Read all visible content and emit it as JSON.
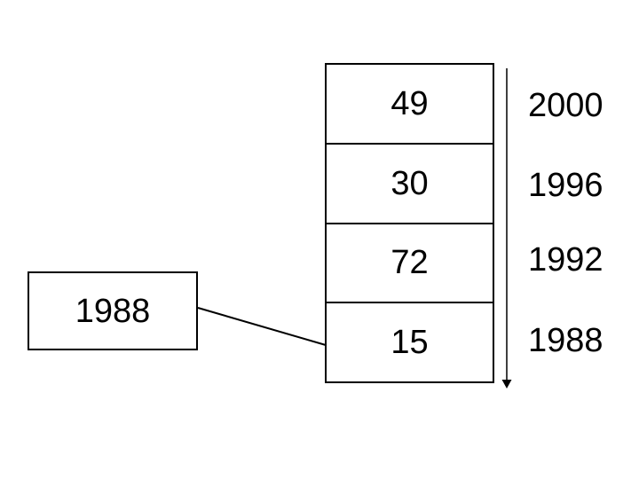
{
  "canvas": {
    "background_color": "#ffffff",
    "line_color": "#000000",
    "text_color": "#000000"
  },
  "stack": {
    "rows": [
      {
        "value": "49",
        "year": "2000"
      },
      {
        "value": "30",
        "year": "1996"
      },
      {
        "value": "72",
        "year": "1992"
      },
      {
        "value": "15",
        "year": "1988"
      }
    ]
  },
  "pointer_box": {
    "label": "1988"
  }
}
